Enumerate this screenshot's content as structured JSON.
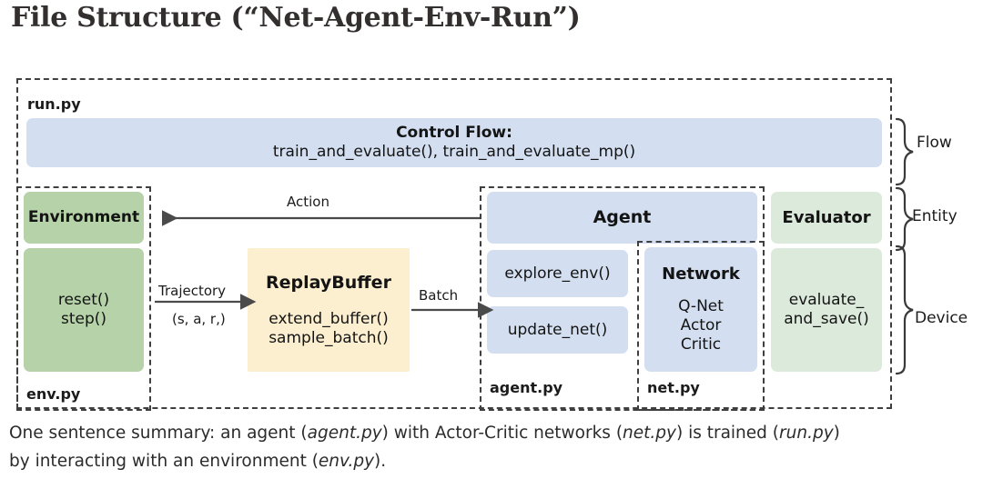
{
  "title": "File Structure (“Net-Agent-Env-Run”)",
  "colors": {
    "blue": "#d3dff0",
    "green": "#b5d2a8",
    "pale_green": "#dceadb",
    "cream": "#fcefd0",
    "dash_stroke": "#3f3f3f",
    "arrow_stroke": "#4a4a4a",
    "title_text": "#332f2f"
  },
  "diagram": {
    "files": {
      "run": "run.py",
      "env": "env.py",
      "agent": "agent.py",
      "net": "net.py"
    },
    "control_flow": {
      "heading": "Control Flow:",
      "functions": "train_and_evaluate(),  train_and_evaluate_mp()"
    },
    "environment": {
      "title": "Environment",
      "methods": [
        "reset()",
        "step()"
      ]
    },
    "replay_buffer": {
      "title": "ReplayBuffer",
      "methods": [
        "extend_buffer()",
        "sample_batch()"
      ]
    },
    "agent": {
      "title": "Agent",
      "methods": [
        "explore_env()",
        "update_net()"
      ]
    },
    "network": {
      "title": "Network",
      "items": [
        "Q-Net",
        "Actor",
        "Critic"
      ]
    },
    "evaluator": {
      "title": "Evaluator",
      "methods": [
        "evaluate_",
        "and_save()"
      ]
    },
    "arrows": {
      "action": "Action",
      "trajectory_top": "Trajectory",
      "trajectory_bottom": "(s, a, r,)",
      "batch": "Batch"
    },
    "groups": [
      {
        "label": "Flow"
      },
      {
        "label": "Entity"
      },
      {
        "label": "Device"
      }
    ]
  },
  "caption": {
    "line1_a": "One sentence summary: an agent (",
    "line1_b": "agent.py",
    "line1_c": ") with Actor-Critic networks (",
    "line1_d": "net.py",
    "line1_e": ") is trained (",
    "line1_f": "run.py",
    "line1_g": ")",
    "line2_a": "by interacting with an environment (",
    "line2_b": "env.py",
    "line2_c": ")."
  }
}
